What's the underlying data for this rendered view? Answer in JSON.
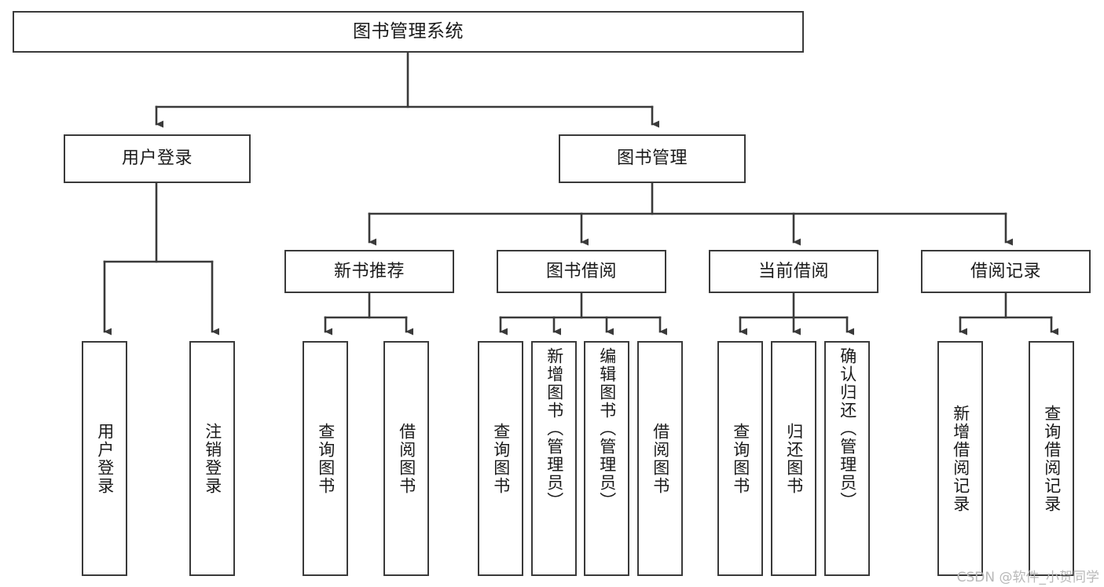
{
  "diagram": {
    "title": "图书管理系统",
    "type": "hierarchy-tree",
    "watermark": "CSDN @软件_小贺同学",
    "edge_color": "#3a3a3a",
    "box_border_color": "#3a3a3a",
    "box_fill_color": "#ffffff",
    "text_color": "#1a1a1a",
    "background_color": "#ffffff"
  },
  "nodes": {
    "root": {
      "label": "图书管理系统",
      "level": 1
    },
    "level2": [
      {
        "id": "user-login",
        "label": "用户登录",
        "level": 2
      },
      {
        "id": "book-manage",
        "label": "图书管理",
        "level": 2
      }
    ],
    "level3": [
      {
        "id": "new-book-recommend",
        "label": "新书推荐",
        "level": 3
      },
      {
        "id": "book-borrow",
        "label": "图书借阅",
        "level": 3
      },
      {
        "id": "current-borrow",
        "label": "当前借阅",
        "level": 3
      },
      {
        "id": "borrow-record",
        "label": "借阅记录",
        "level": 3
      }
    ],
    "leaves": [
      {
        "id": "leaf-user-login",
        "label": "用户登录",
        "parent": "user-login"
      },
      {
        "id": "leaf-user-logout",
        "label": "注销登录",
        "parent": "user-login"
      },
      {
        "id": "leaf-query-book-1",
        "label": "查询图书",
        "parent": "new-book-recommend"
      },
      {
        "id": "leaf-borrow-book-1",
        "label": "借阅图书",
        "parent": "new-book-recommend"
      },
      {
        "id": "leaf-query-book-2",
        "label": "查询图书",
        "parent": "book-borrow"
      },
      {
        "id": "leaf-add-book",
        "label": "新增图书（管理员）",
        "parent": "book-borrow"
      },
      {
        "id": "leaf-edit-book",
        "label": "编辑图书（管理员）",
        "parent": "book-borrow"
      },
      {
        "id": "leaf-borrow-book-2",
        "label": "借阅图书",
        "parent": "book-borrow"
      },
      {
        "id": "leaf-query-book-3",
        "label": "查询图书",
        "parent": "current-borrow"
      },
      {
        "id": "leaf-return-book",
        "label": "归还图书",
        "parent": "current-borrow"
      },
      {
        "id": "leaf-confirm-return",
        "label": "确认归还（管理员）",
        "parent": "current-borrow"
      },
      {
        "id": "leaf-add-record",
        "label": "新增借阅记录",
        "parent": "borrow-record"
      },
      {
        "id": "leaf-query-record",
        "label": "查询借阅记录",
        "parent": "borrow-record"
      }
    ]
  }
}
